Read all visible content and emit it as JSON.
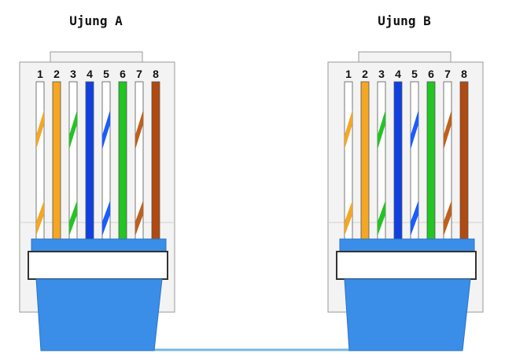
{
  "connectors": [
    {
      "title": "Ujung A",
      "pins": [
        {
          "number": "1",
          "color": "#f5a623",
          "striped": true
        },
        {
          "number": "2",
          "color": "#f5a623",
          "striped": false
        },
        {
          "number": "3",
          "color": "#22c522",
          "striped": true
        },
        {
          "number": "4",
          "color": "#1040e0",
          "striped": false
        },
        {
          "number": "5",
          "color": "#1a5cff",
          "striped": true
        },
        {
          "number": "6",
          "color": "#22c522",
          "striped": false
        },
        {
          "number": "7",
          "color": "#c0601a",
          "striped": true
        },
        {
          "number": "8",
          "color": "#b04a10",
          "striped": false
        }
      ]
    },
    {
      "title": "Ujung B",
      "pins": [
        {
          "number": "1",
          "color": "#f5a623",
          "striped": true
        },
        {
          "number": "2",
          "color": "#f5a623",
          "striped": false
        },
        {
          "number": "3",
          "color": "#22c522",
          "striped": true
        },
        {
          "number": "4",
          "color": "#1040e0",
          "striped": false
        },
        {
          "number": "5",
          "color": "#1a5cff",
          "striped": true
        },
        {
          "number": "6",
          "color": "#22c522",
          "striped": false
        },
        {
          "number": "7",
          "color": "#c0601a",
          "striped": true
        },
        {
          "number": "8",
          "color": "#b04a10",
          "striped": false
        }
      ]
    }
  ],
  "colors": {
    "boot": "#3a8ee8",
    "boot_dark": "#2a74c8",
    "housing": "#f3f3f3",
    "outline": "#9a9a9a",
    "cable": "#79b8e0"
  }
}
